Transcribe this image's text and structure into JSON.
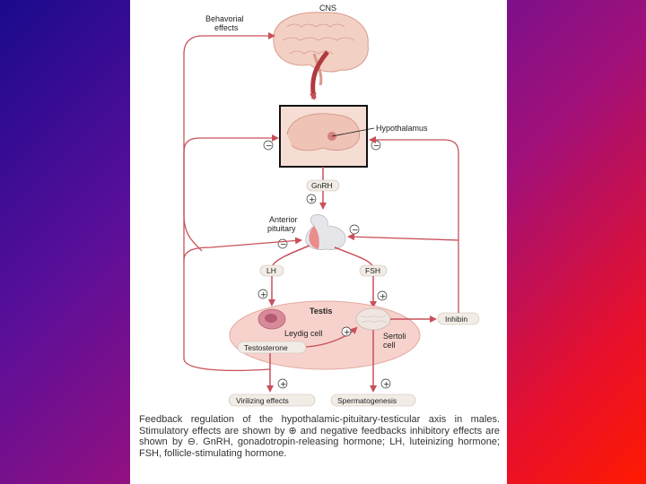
{
  "labels": {
    "cns": "CNS",
    "behavioral_1": "Behavorial",
    "behavioral_2": "effects",
    "hypothalamus": "Hypothalamus",
    "gnrh": "GnRH",
    "anterior": "Anterior",
    "pituitary": "pituitary",
    "lh": "LH",
    "fsh": "FSH",
    "testis": "Testis",
    "leydig": "Leydig cell",
    "sertoli_1": "Sertoli",
    "sertoli_2": "cell",
    "testosterone": "Testosterone",
    "inhibin": "Inhibin",
    "virilizing": "Virilizing effects",
    "spermatogenesis": "Spermatogenesis"
  },
  "signs": {
    "plus": "+",
    "minus": "−"
  },
  "caption": "Feedback regulation of the hypothalamic-pituitary-testicular axis in males. Stimulatory effects are shown by ⊕ and negative feedbacks inhibitory effects are shown by ⊖. GnRH, gonadotropin-releasing hormone; LH, luteinizing hormone; FSH, follicle-stimulating hormone.",
  "colors": {
    "arrow": "#c8505a",
    "pill_fill": "#f2ece6",
    "testis_fill": "#f7d2cc",
    "brain_fill": "#f3d0c4"
  }
}
